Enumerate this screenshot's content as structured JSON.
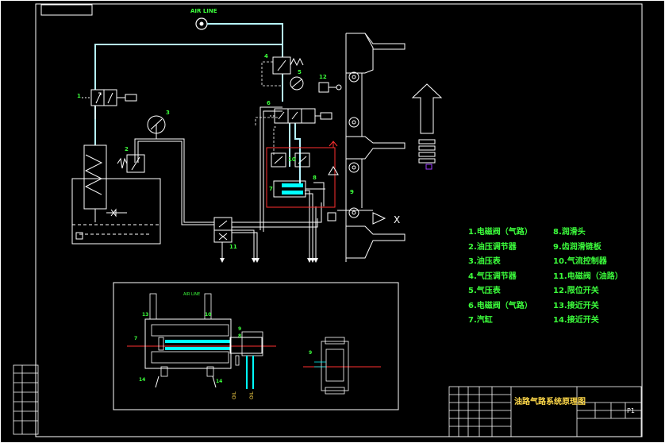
{
  "air_line_label": "AIR LINE",
  "detail_air_line_label": "AIR LINE",
  "oil_labels": [
    "OIL",
    "OIL"
  ],
  "component_numbers": {
    "n1": "1",
    "n2": "2",
    "n3": "3",
    "n4": "4",
    "n5": "5",
    "n6": "6",
    "n7": "7",
    "n9": "9",
    "n10": "10",
    "n11": "11",
    "n12": "12",
    "n13": "13",
    "n14": "14",
    "n8": "8"
  },
  "output_marker": "X",
  "legend_left": [
    "1.电磁阀（气路）",
    "2.油压调节器",
    "3.油压表",
    "4.气压调节器",
    "5.气压表",
    "6.电磁阀（气路）",
    "7.汽缸"
  ],
  "legend_right": [
    "8.润滑头",
    "9.齿润滑链板",
    "10.气流控制器",
    "11.电磁阀（油路）",
    "12.限位开关",
    "13.接近开关",
    "14.接近开关"
  ],
  "title_block": {
    "title": "油路气路系统原理图",
    "sheet": "P1"
  },
  "colors": {
    "frame": "#ffffff",
    "air_pipe": "#b6f4ff",
    "component": "#ffffff",
    "legend_text": "#3cff3c",
    "label_text": "#ffd94a",
    "center_line": "#ff3030",
    "cylinder": "#00ffff",
    "detail_rod": "#ffff55"
  }
}
